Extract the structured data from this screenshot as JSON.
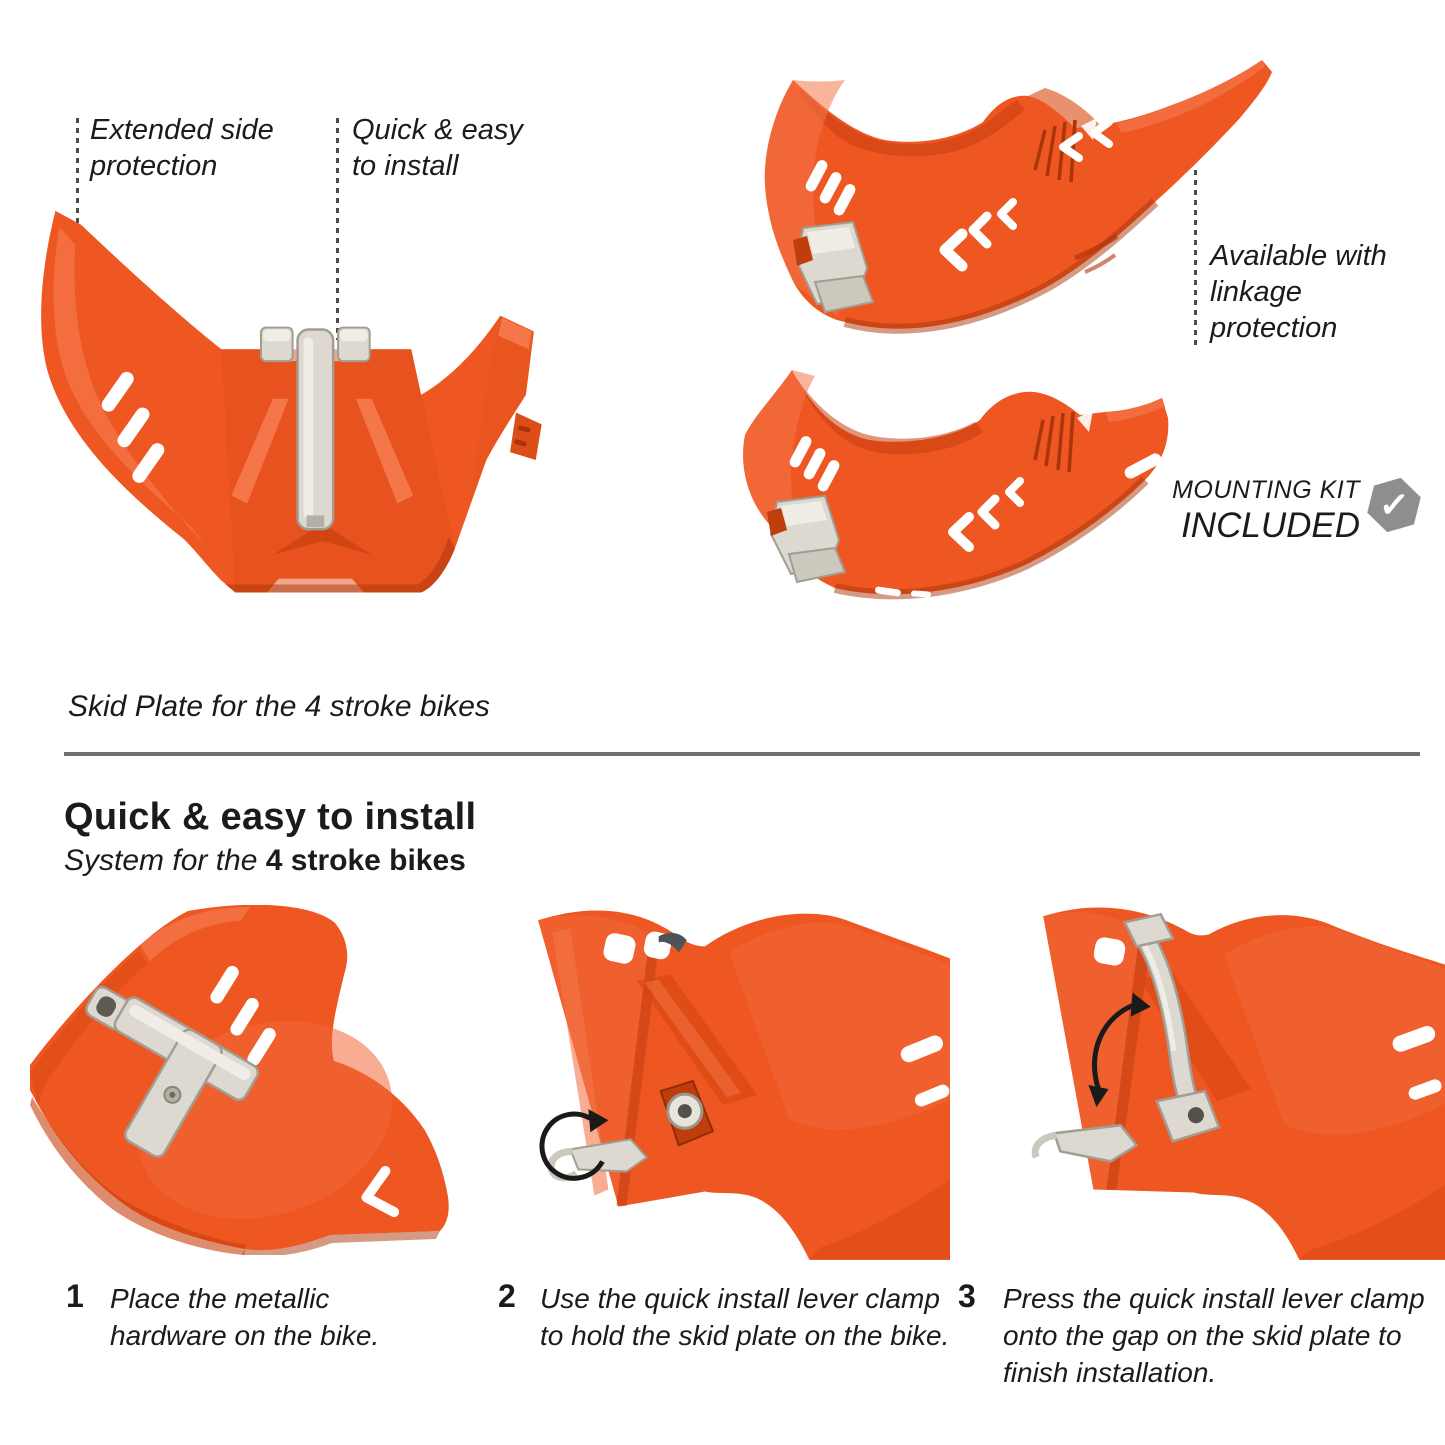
{
  "colors": {
    "orange": "#EE5622",
    "orange_light": "#F4764A",
    "orange_dark": "#C8400E",
    "metal": "#DDD9D0",
    "text": "#1B1B1B",
    "divider": "#6E6E6E",
    "badge_gray": "#8E8E8E"
  },
  "hero": {
    "callouts": {
      "extended": "Extended side protection",
      "quick": "Quick & easy to install",
      "linkage": "Available with linkage protection"
    },
    "mounting_kit": {
      "line1": "MOUNTING KIT",
      "line2": "INCLUDED",
      "check_icon": "✓"
    },
    "caption": "Skid Plate for the 4 stroke bikes"
  },
  "install": {
    "heading": "Quick & easy to install",
    "subheading_prefix": "System for the ",
    "subheading_bold": "4 stroke bikes",
    "steps": [
      {
        "number": "1",
        "text": "Place the metallic hardware on the bike."
      },
      {
        "number": "2",
        "text": "Use the quick install lever clamp to hold the skid plate on the bike."
      },
      {
        "number": "3",
        "text": "Press the quick install lever clamp onto the gap on the skid plate to finish installation."
      }
    ]
  }
}
